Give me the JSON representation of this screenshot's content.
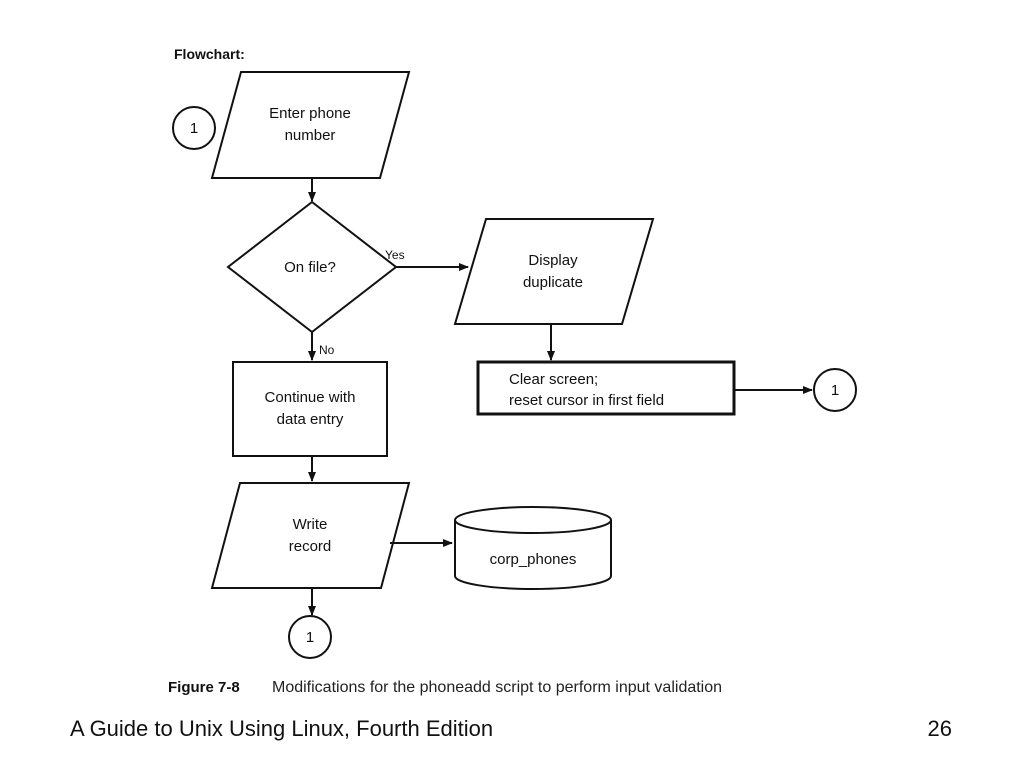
{
  "figure": {
    "heading": "Flowchart:",
    "caption_label": "Figure 7-8",
    "caption_text": "Modifications for the phoneadd script to perform input validation"
  },
  "nodes": {
    "connector_top": "1",
    "enter_phone": [
      "Enter phone",
      "number"
    ],
    "on_file": "On file?",
    "display_duplicate": [
      "Display",
      "duplicate"
    ],
    "clear_screen": [
      "Clear screen;",
      "reset cursor in first field"
    ],
    "connector_right": "1",
    "continue_entry": [
      "Continue with",
      "data entry"
    ],
    "write_record": [
      "Write",
      "record"
    ],
    "corp_phones": "corp_phones",
    "connector_bottom": "1"
  },
  "edges": {
    "yes_label": "Yes",
    "no_label": "No"
  },
  "footer": {
    "title": "A Guide to Unix Using Linux, Fourth Edition",
    "page": "26"
  }
}
